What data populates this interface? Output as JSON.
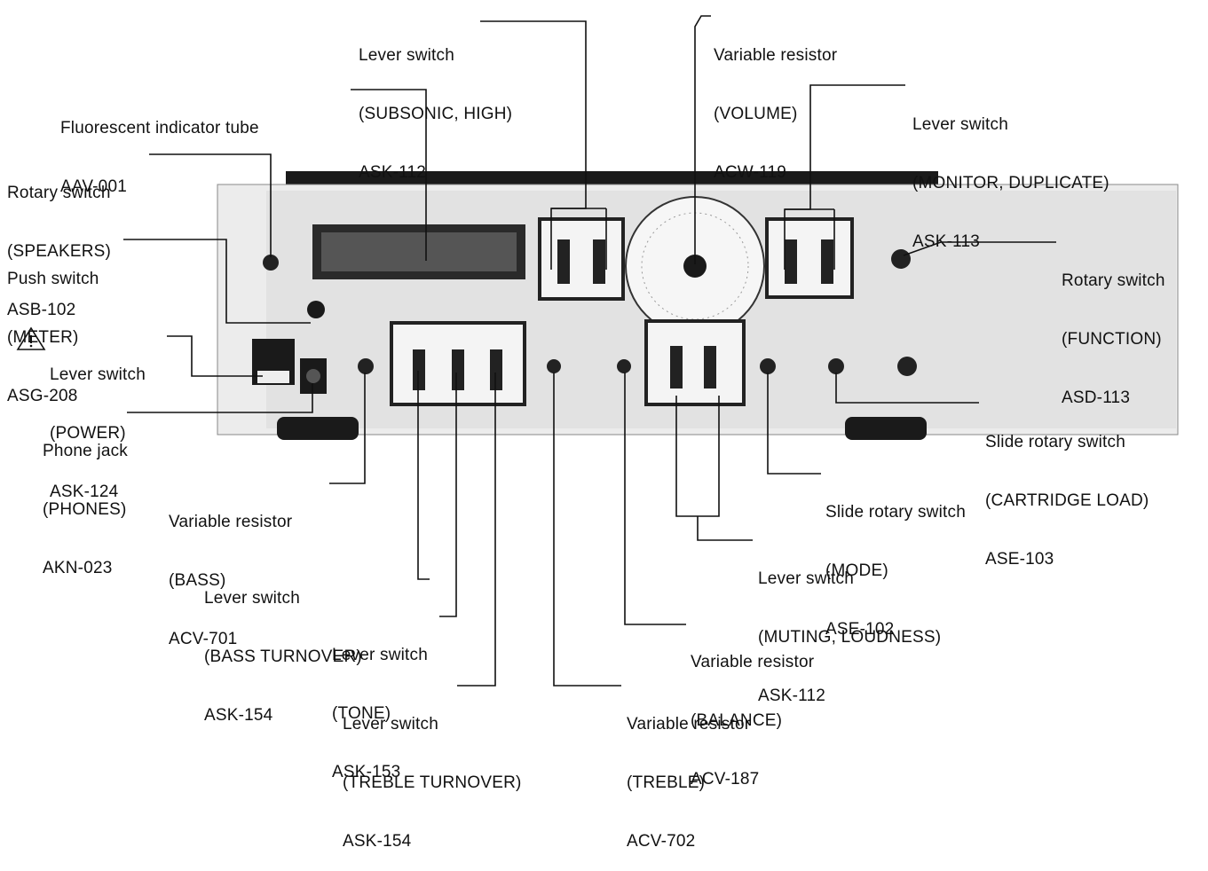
{
  "labels": {
    "subsonic_high": {
      "lines": [
        "Lever switch",
        "(SUBSONIC, HIGH)",
        "ASK-112"
      ]
    },
    "volume": {
      "lines": [
        "Variable resistor",
        "(VOLUME)",
        "ACW-119"
      ]
    },
    "fluorescent": {
      "lines": [
        "Fluorescent indicator tube",
        "AAV-001"
      ]
    },
    "monitor_duplicate": {
      "lines": [
        "Lever switch",
        "(MONITOR, DUPLICATE)",
        "ASK-113"
      ]
    },
    "speakers": {
      "lines": [
        "Rotary switch",
        "(SPEAKERS)",
        "ASB-102"
      ]
    },
    "meter": {
      "lines": [
        "Push switch",
        "(METER)",
        "ASG-208"
      ]
    },
    "function": {
      "lines": [
        "Rotary switch",
        "(FUNCTION)",
        "ASD-113"
      ]
    },
    "power": {
      "lines": [
        "Lever switch",
        "(POWER)",
        "ASK-124"
      ]
    },
    "phones": {
      "lines": [
        "Phone jack",
        "(PHONES)",
        "AKN-023"
      ]
    },
    "cartridge_load": {
      "lines": [
        "Slide rotary switch",
        "(CARTRIDGE LOAD)",
        "ASE-103"
      ]
    },
    "bass": {
      "lines": [
        "Variable resistor",
        "(BASS)",
        "ACV-701"
      ]
    },
    "mode": {
      "lines": [
        "Slide rotary switch",
        "(MODE)",
        "ASE-102"
      ]
    },
    "bass_turnover": {
      "lines": [
        "Lever switch",
        "(BASS TURNOVER)",
        "ASK-154"
      ]
    },
    "muting_loudness": {
      "lines": [
        "Lever switch",
        "(MUTING, LOUDNESS)",
        "ASK-112"
      ]
    },
    "tone": {
      "lines": [
        "Lever switch",
        "(TONE)",
        "ASK-153"
      ]
    },
    "balance": {
      "lines": [
        "Variable resistor",
        "(BALANCE)",
        "ACV-187"
      ]
    },
    "treble_turnover": {
      "lines": [
        "Lever switch",
        "(TREBLE TURNOVER)",
        "ASK-154"
      ]
    },
    "treble": {
      "lines": [
        "Variable resistor",
        "(TREBLE)",
        "ACV-702"
      ]
    }
  },
  "colors": {
    "ink": "#111111",
    "panel": "#e9e9e9",
    "panel_shadow": "#bdbdbd",
    "dark": "#1a1a1a"
  }
}
